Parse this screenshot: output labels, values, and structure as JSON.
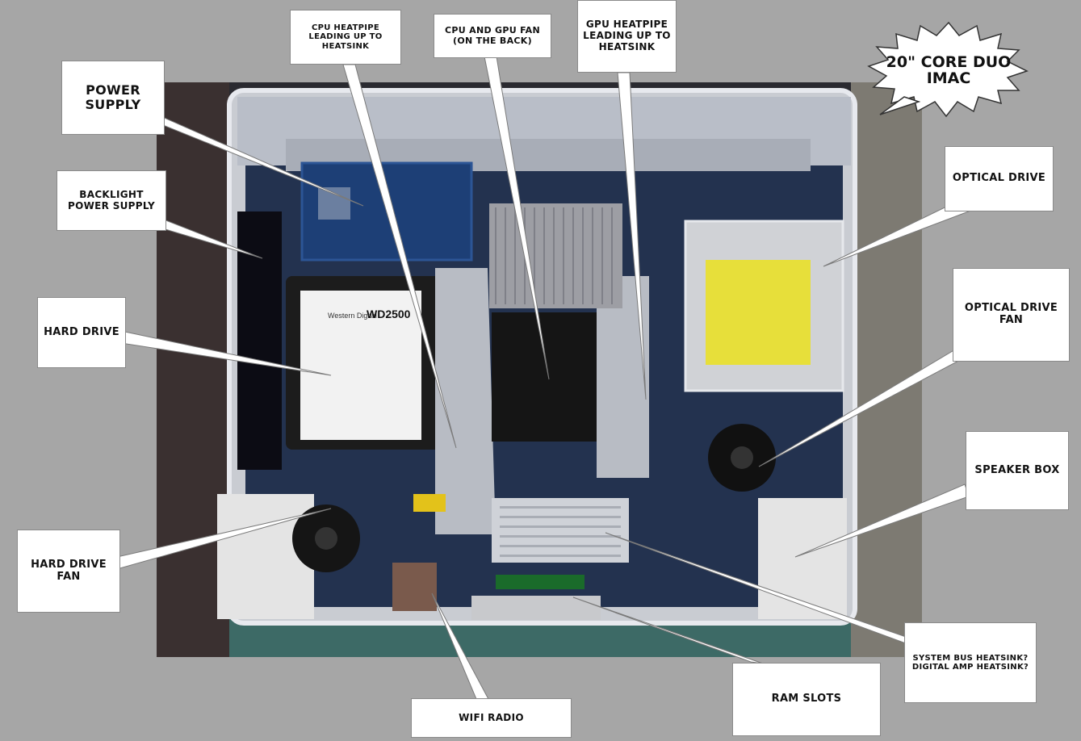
{
  "title": "20\" Core Duo iMac",
  "labels": {
    "power_supply": "Power Supply",
    "backlight_power_supply": "Backlight Power Supply",
    "hard_drive": "Hard Drive",
    "hard_drive_fan": "Hard Drive Fan",
    "cpu_heatpipe": "CPU heatpipe leading up to heatsink",
    "cpu_gpu_fan": "CPU and GPU fan (on the back)",
    "gpu_heatpipe": "GPU heatpipe leading up to heatsink",
    "optical_drive": "Optical Drive",
    "optical_drive_fan": "Optical Drive Fan",
    "speaker_box": "Speaker Box",
    "system_bus_heatsink": "System Bus Heatsink? Digital Amp Heatsink?",
    "ram_slots": "RAM slots",
    "wifi_radio": "Wifi Radio"
  },
  "component_labels": {
    "hdd_brand": "Western Digital",
    "hdd_model": "WD2500"
  }
}
